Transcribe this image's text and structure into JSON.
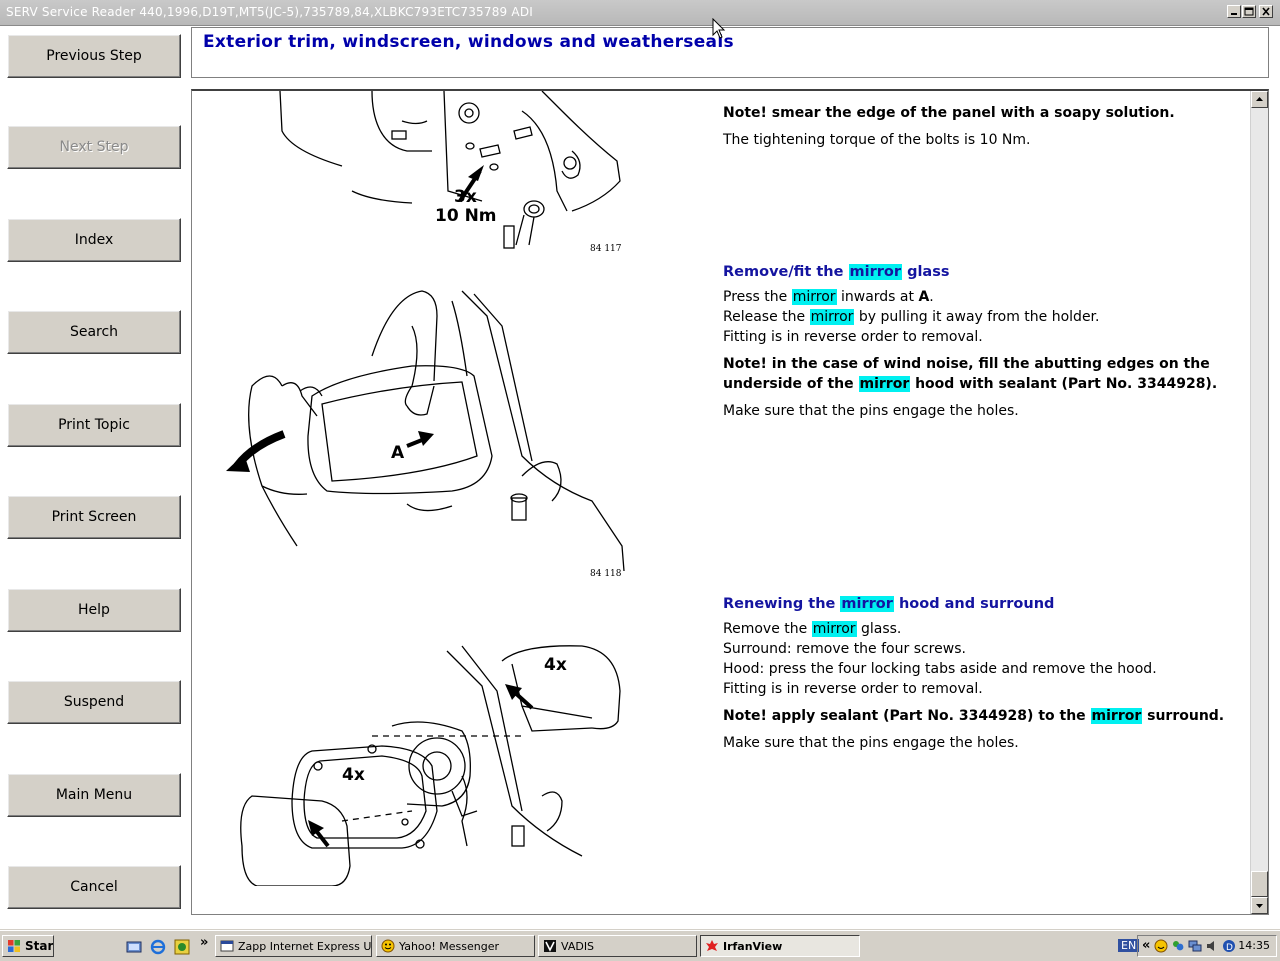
{
  "window": {
    "title": "SERV Service Reader 440,1996,D19T,MT5(JC-5),735789,84,XLBKC793ETC735789 ADI"
  },
  "sidebar": {
    "buttons": [
      {
        "label": "Previous Step",
        "enabled": true
      },
      {
        "label": "Next Step",
        "enabled": false
      },
      {
        "label": "Index",
        "enabled": true
      },
      {
        "label": "Search",
        "enabled": true
      },
      {
        "label": "Print Topic",
        "enabled": true
      },
      {
        "label": "Print Screen",
        "enabled": true
      },
      {
        "label": "Help",
        "enabled": true
      },
      {
        "label": "Suspend",
        "enabled": true
      },
      {
        "label": "Main Menu",
        "enabled": true
      },
      {
        "label": "Cancel",
        "enabled": true
      }
    ]
  },
  "header": {
    "title": "Exterior trim, windscreen, windows and weatherseals"
  },
  "content": {
    "highlight_term": "mirror",
    "section0": {
      "note_prefix": "Note!",
      "note_text": " smear the edge of the panel with a soapy solution.",
      "torque": "The tightening torque of the bolts is 10 Nm."
    },
    "section1": {
      "heading_a": "Remove/fit the ",
      "heading_b": " glass",
      "line1_a": "Press the ",
      "line1_b": " inwards at ",
      "line1_c": "A",
      "line1_d": ".",
      "line2_a": "Release the ",
      "line2_b": " by pulling it away from the holder.",
      "line3": "Fitting is in reverse order to removal.",
      "note1": "Note! in the case of wind noise, fill the abutting edges on the",
      "note2_a": "underside of the ",
      "note2_b": " hood with sealant (Part No. 3344928).",
      "pins": "Make sure that the pins engage the holes."
    },
    "section2": {
      "heading_a": "Renewing the ",
      "heading_b": " hood and surround",
      "line1_a": "Remove the ",
      "line1_b": " glass.",
      "line2": "Surround: remove the four screws.",
      "line3": "Hood: press the four locking tabs aside and remove the hood.",
      "line4": "Fitting is in reverse order to removal.",
      "note_a": "Note! apply sealant (Part No. 3344928) to the ",
      "note_b": " surround.",
      "pins": "Make sure that the pins engage the holes."
    },
    "figures": {
      "fig1": {
        "label1": "3x",
        "label2": "10 Nm",
        "ref": "84 117"
      },
      "fig2": {
        "label": "A",
        "ref": "84 118"
      },
      "fig3": {
        "label1": "4x",
        "label2": "4x"
      }
    }
  },
  "taskbar": {
    "start_label": "Start",
    "overflow": "»",
    "items": [
      {
        "label": "Zapp Internet Express U...",
        "active": false
      },
      {
        "label": "Yahoo! Messenger",
        "active": false
      },
      {
        "label": "VADIS",
        "active": false
      },
      {
        "label": "IrfanView",
        "active": true
      }
    ],
    "tray": {
      "lang": "EN",
      "chevron": "«",
      "clock": "14:35"
    }
  }
}
